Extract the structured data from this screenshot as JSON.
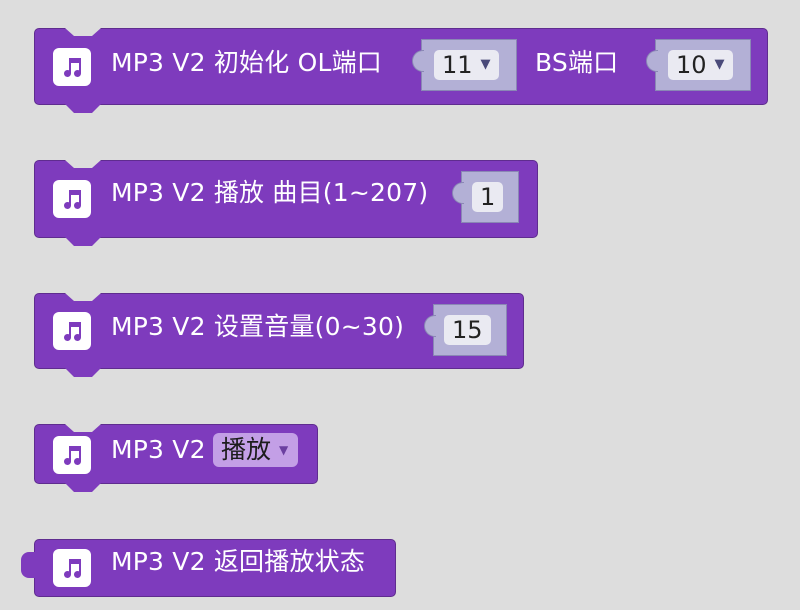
{
  "blocks": {
    "init": {
      "label": "MP3 V2 初始化 OL端口",
      "ol_value": "11",
      "bs_label": "BS端口",
      "bs_value": "10"
    },
    "play_track": {
      "label": "MP3 V2  播放 曲目(1~207)",
      "value": "1"
    },
    "set_volume": {
      "label": "MP3 V2 设置音量(0~30)",
      "value": "15"
    },
    "play_mode": {
      "label": "MP3 V2",
      "selected": "播放"
    },
    "status": {
      "label": "MP3 V2 返回播放状态"
    }
  },
  "icons": {
    "block_icon": "music-note-icon",
    "dropdown_arrow": "triangle-down-icon"
  },
  "colors": {
    "block": "#7e3bbd",
    "socket": "#b3b0d6",
    "background": "#dddddd"
  }
}
